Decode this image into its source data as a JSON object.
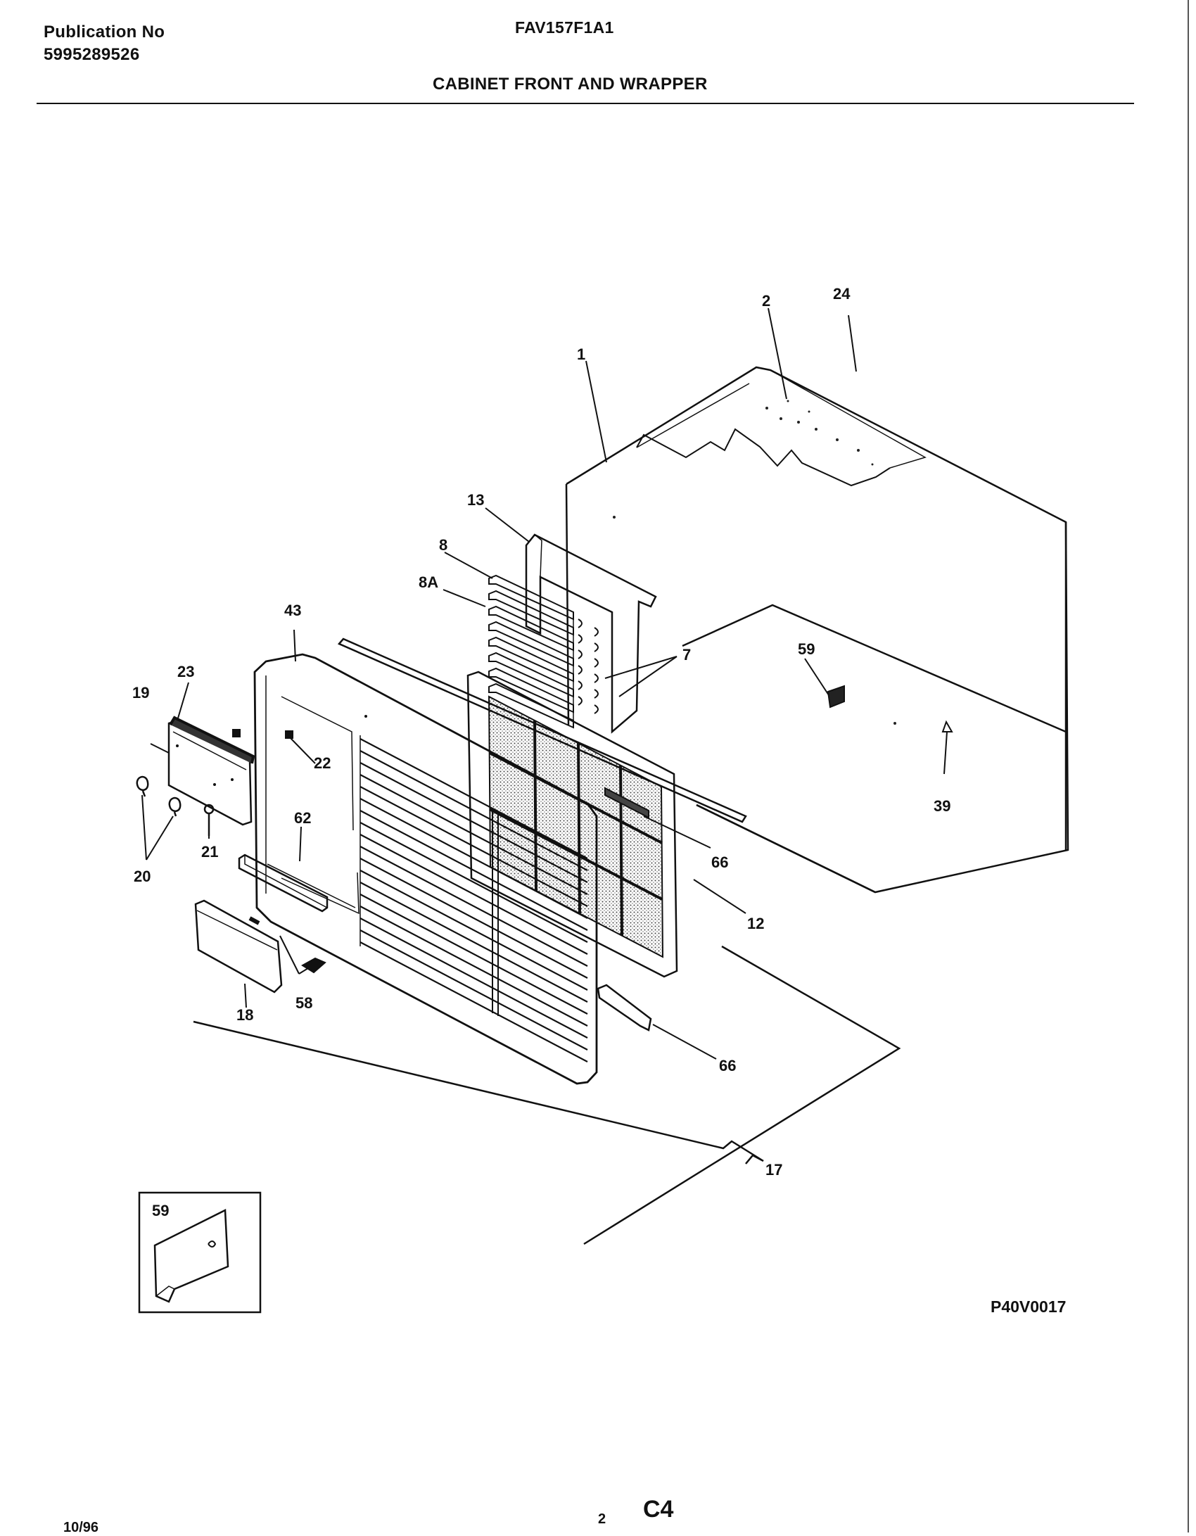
{
  "header": {
    "publication_label": "Publication No",
    "publication_number": "5995289526",
    "model": "FAV157F1A1",
    "section_title": "CABINET FRONT AND WRAPPER"
  },
  "callouts": {
    "c1": "1",
    "c2": "2",
    "c24": "24",
    "c13": "13",
    "c8": "8",
    "c8a": "8A",
    "c7": "7",
    "c43": "43",
    "c59": "59",
    "c23": "23",
    "c19": "19",
    "c22": "22",
    "c39": "39",
    "c62": "62",
    "c66a": "66",
    "c20": "20",
    "c21": "21",
    "c12": "12",
    "c58": "58",
    "c18": "18",
    "c66b": "66",
    "c17": "17",
    "c59_inset": "59"
  },
  "footer": {
    "drawing_id": "P40V0017",
    "page_number": "2",
    "page_code": "C4",
    "date": "10/96"
  }
}
